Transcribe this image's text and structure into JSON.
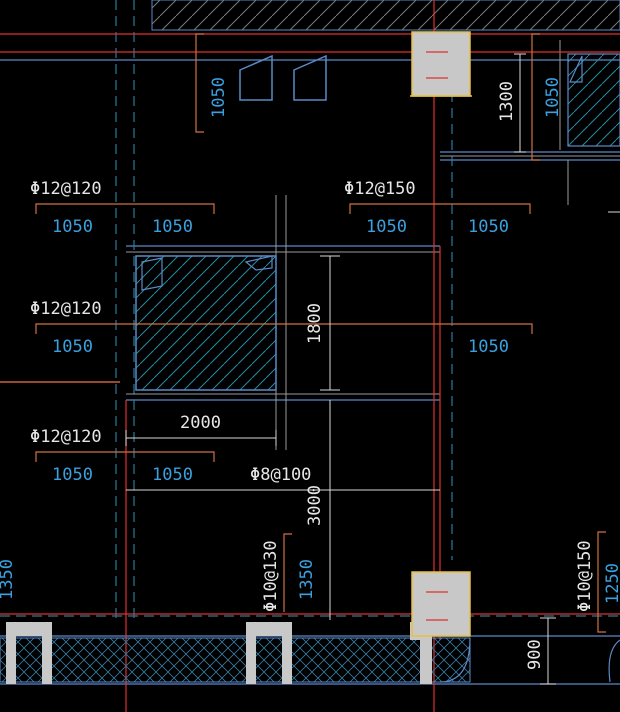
{
  "colors": {
    "background": "#000000",
    "axis_red": "#e03030",
    "rebar_orange": "#d07040",
    "dim_white": "#e6e6e6",
    "dim_cyan": "#3aa0e0",
    "wall_blue": "#5a8ac8",
    "column_fill": "#c8c8c8",
    "column_border": "#e8c040",
    "hatch_cyan": "#2a8aa0",
    "dashed_cyan": "#2a7a9a",
    "grey_line": "#9a9a9a"
  },
  "labels": {
    "rebar_top_left": "Φ12@120",
    "rebar_top_right": "Φ12@150",
    "rebar_mid_left": "Φ12@120",
    "rebar_low_left": "Φ12@120",
    "rebar_dist": "Φ8@100",
    "rebar_vert_col": "Φ10@130",
    "rebar_vert_right": "Φ10@150",
    "dim_1050_a": "1050",
    "dim_1050_b": "1050",
    "dim_1050_c": "1050",
    "dim_1050_d": "1050",
    "dim_1050_e": "1050",
    "dim_1050_f": "1050",
    "dim_1050_g": "1050",
    "dim_1050_h": "1050",
    "dim_1050_vert_top": "1050",
    "dim_1050_vert_right": "1050",
    "dim_1300": "1300",
    "dim_1800": "1800",
    "dim_2000": "2000",
    "dim_3000": "3000",
    "dim_1350_col": "1350",
    "dim_1350_left": "1350",
    "dim_1250_right": "1250",
    "dim_900": "900"
  }
}
